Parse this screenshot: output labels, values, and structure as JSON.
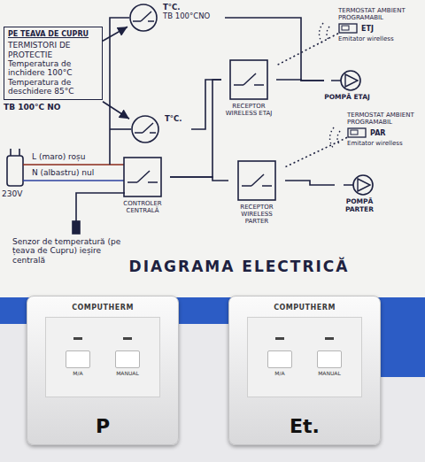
{
  "diagram": {
    "title": "DIAGRAMA ELECTRICĂ",
    "nodes": [
      {
        "text": [
          "PE TEAVA DE CUPRU",
          "TERMISTORI DE PROTECTIE Temperatura de inchidere 100°C Temperatura de deschidere 85°C",
          "TB 100°C NO"
        ]
      },
      {
        "text": [
          "T°C.",
          "TB 100°CNO"
        ]
      },
      {
        "text": [
          "T°C."
        ]
      },
      {
        "text": [
          "RECEPTOR WIRELESS ETAJ"
        ]
      },
      {
        "text": [
          "POMPĂ ETAJ"
        ]
      },
      {
        "text": [
          "TERMOSTAT AMBIENT PROGRAMABIL",
          "ETJ",
          "Emitator wirelless"
        ]
      },
      {
        "text": [
          "CONTROLER CENTRALĂ"
        ]
      },
      {
        "text": [
          "RECEPTOR WIRELESS PARTER"
        ]
      },
      {
        "text": [
          "POMPĂ PARTER"
        ]
      },
      {
        "text": [
          "TERMOSTAT AMBIENT PROGRAMABIL",
          "PAR",
          "Emitator wirelless"
        ]
      },
      {
        "text": [
          "COMPUTHERM",
          "M/A",
          "MANUAL",
          "P"
        ]
      },
      {
        "text": [
          "COMPUTHERM",
          "M/A",
          "MANUAL",
          "Et."
        ]
      }
    ],
    "edges": [
      {
        "from": 0,
        "to": 1,
        "arrow": "to"
      },
      {
        "from": 0,
        "to": 2,
        "arrow": "to"
      },
      {
        "from": 1,
        "to": 4,
        "arrow": "none"
      },
      {
        "from": 2,
        "to": 3,
        "arrow": "none"
      },
      {
        "from": 6,
        "to": 3,
        "arrow": "none"
      },
      {
        "from": 6,
        "to": 7,
        "arrow": "none"
      },
      {
        "from": 3,
        "to": 4,
        "arrow": "none"
      },
      {
        "from": 7,
        "to": 8,
        "arrow": "none"
      },
      {
        "from": 5,
        "to": 3,
        "arrow": "none"
      },
      {
        "from": 9,
        "to": 7,
        "arrow": "none"
      }
    ],
    "labels": [
      "230V",
      "L (maro) roșu",
      "N (albastru) nul",
      "Senzor de temperatură (pe țeava de Cupru) ieșire centrală"
    ]
  }
}
